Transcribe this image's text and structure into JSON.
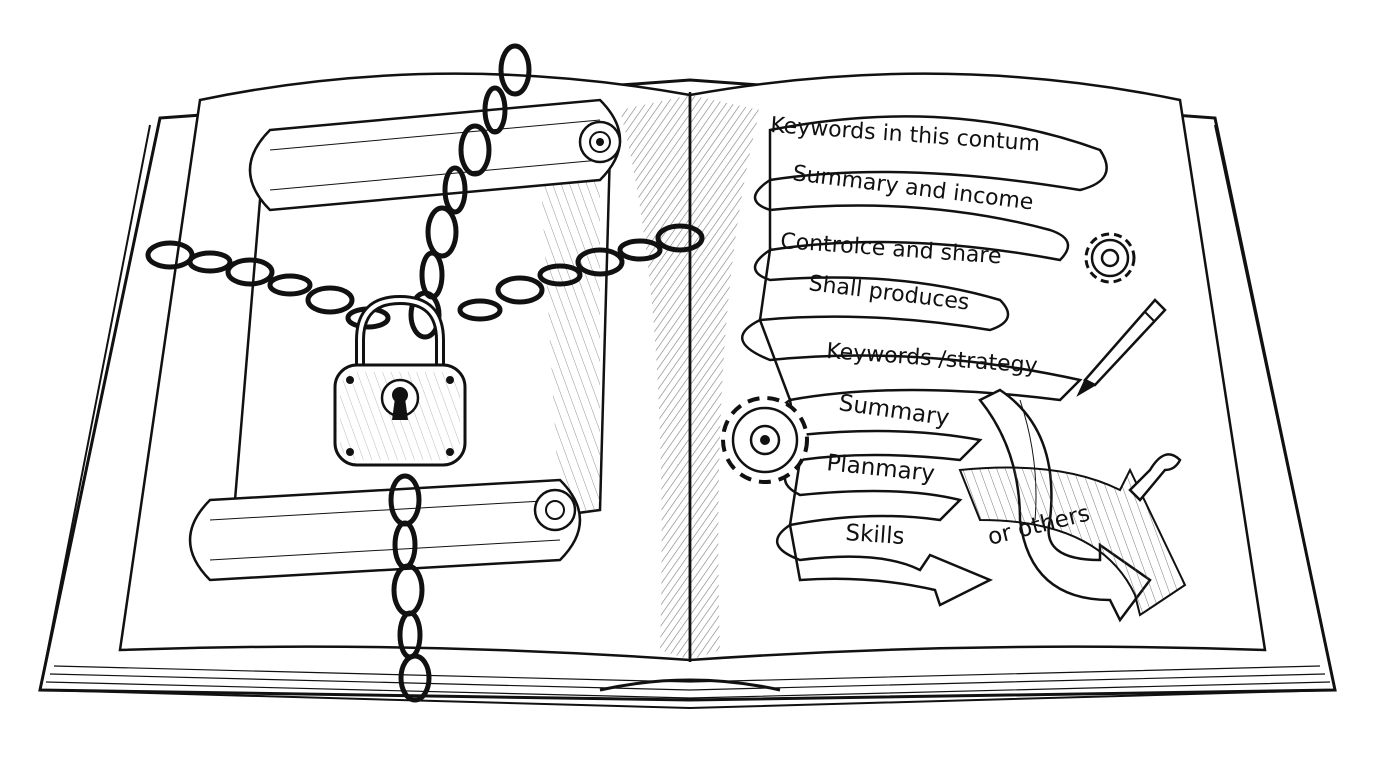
{
  "colors": {
    "ink": "#111111",
    "paper": "#ffffff",
    "shade": "#8a8a8a"
  },
  "left_page": {
    "icons": [
      "scroll-icon",
      "chain-icon",
      "padlock-icon",
      "keyhole-icon"
    ]
  },
  "right_page": {
    "ribbon_labels": [
      "Keywords in this contum",
      "Summary and income",
      "Controlce and share",
      "Shall produces",
      "Keywords /strategy",
      "Summary",
      "Planmary",
      "Skills",
      "or others"
    ],
    "icons": [
      "gear-icon",
      "gear-icon",
      "pen-icon",
      "wrench-icon",
      "arrow-down-icon"
    ]
  }
}
